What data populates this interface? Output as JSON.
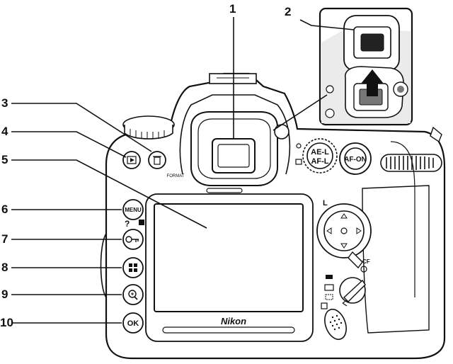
{
  "callouts": [
    "1",
    "2",
    "3",
    "4",
    "5",
    "6",
    "7",
    "8",
    "9",
    "10"
  ],
  "buttons": {
    "menu": "MENU",
    "ok": "OK",
    "af_on": "AF-ON",
    "ae_l": "AE-L",
    "af_l": "AF-L",
    "format": "FORMAT"
  },
  "brand": "Nikon",
  "selector": {
    "lock_label": "L",
    "card_label": "CF"
  }
}
